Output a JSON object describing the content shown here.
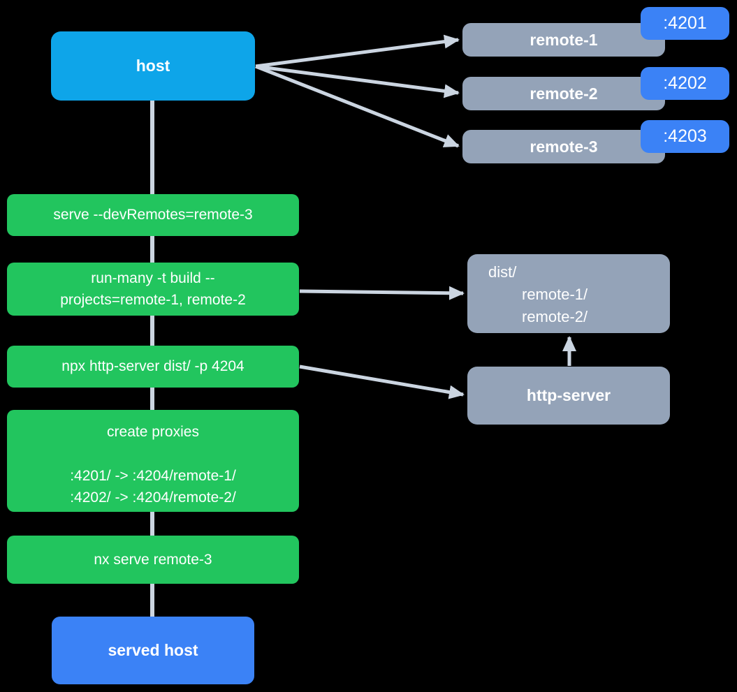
{
  "colors": {
    "background": "#000000",
    "host": "#0EA5E9",
    "step": "#22C55E",
    "remote": "#94A3B8",
    "badge": "#3B82F6",
    "served": "#3B82F6",
    "connector": "#CBD5E1",
    "text_light": "#FFFFFF"
  },
  "nodes": {
    "host": {
      "label": "host"
    },
    "remotes": [
      {
        "label": "remote-1",
        "port": ":4201"
      },
      {
        "label": "remote-2",
        "port": ":4202"
      },
      {
        "label": "remote-3",
        "port": ":4203"
      }
    ],
    "steps": {
      "serve": {
        "label": "serve --devRemotes=remote-3"
      },
      "run_many": {
        "line1": "run-many -t build --",
        "line2": "projects=remote-1, remote-2"
      },
      "npx": {
        "label": "npx http-server dist/ -p 4204"
      },
      "create_proxies": {
        "title": "create proxies",
        "proxy1": ":4201/ -> :4204/remote-1/",
        "proxy2": ":4202/ -> :4204/remote-2/"
      },
      "nx_serve": {
        "label": "nx serve remote-3"
      }
    },
    "dist": {
      "line1": "dist/",
      "line2": "remote-1/",
      "line3": "remote-2/"
    },
    "http_server": {
      "label": "http-server"
    },
    "served_host": {
      "label": "served host"
    }
  }
}
